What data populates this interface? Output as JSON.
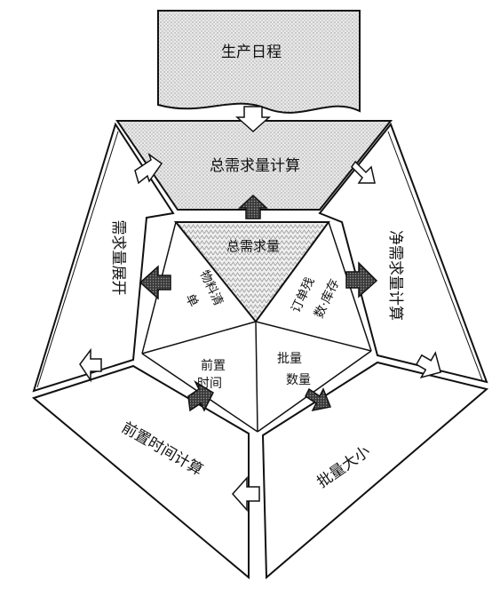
{
  "diagram": {
    "top_box": "生产日程",
    "top_section": "总需求量计算",
    "center_triangle": "总需求量",
    "left_section": "需求量展开",
    "right_section": "净需求量计算",
    "bottom_left_section": "前置时间计算",
    "bottom_right_section": "批量大小",
    "inner_left_line1": "物料清",
    "inner_left_line2": "单",
    "inner_right_line1": "订单残",
    "inner_right_line2": "数·库存",
    "inner_bl_line1": "前置",
    "inner_bl_line2": "时间",
    "inner_br_line1": "批量",
    "inner_br_line2": "数量"
  }
}
